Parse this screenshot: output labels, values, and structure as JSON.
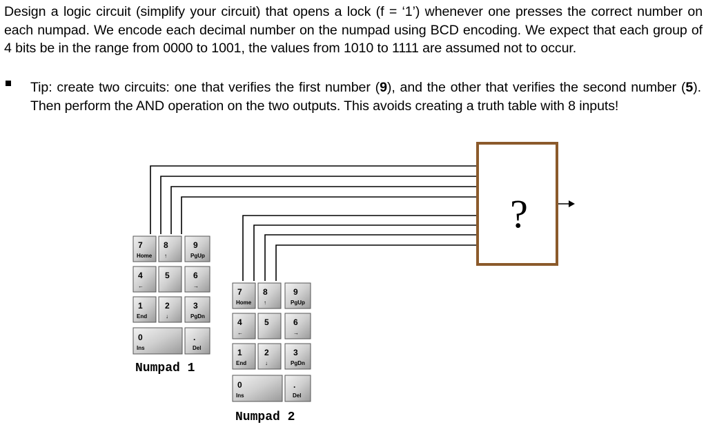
{
  "problem": {
    "paragraph": "Design a logic circuit (simplify your circuit) that opens a lock (f = ‘1’) whenever one presses the correct number on each numpad. We encode each decimal number on the numpad using BCD encoding. We expect that each group of 4 bits be in the range from 0000 to 1001, the values from 1010 to 1111 are assumed not to occur.",
    "tip_part1": "Tip: create two circuits: one that verifies the first number (",
    "tip_first_digit": "9",
    "tip_part2": "), and the other that verifies the second number (",
    "tip_second_digit": "5",
    "tip_part3": "). Then perform the AND operation on the two outputs. This avoids creating a truth table with 8 inputs!"
  },
  "diagram": {
    "box_symbol": "?",
    "numpad1_label": "Numpad 1",
    "numpad2_label": "Numpad 2",
    "keys": {
      "k7": "7",
      "k7_sub": "Home",
      "k8": "8",
      "k8_sub": "↑",
      "k9": "9",
      "k9_sub": "PgUp",
      "k4": "4",
      "k4_sub": "←",
      "k5": "5",
      "k6": "6",
      "k6_sub": "→",
      "k1": "1",
      "k1_sub": "End",
      "k2": "2",
      "k2_sub": "↓",
      "k3": "3",
      "k3_sub": "PgDn",
      "k0": "0",
      "k0_sub": "Ins",
      "kdot": ".",
      "kdot_sub": "Del"
    },
    "colors": {
      "box_border": "#8b5a2b",
      "key_face": "#cfcfcf",
      "key_shadow": "#6a6a6a"
    }
  }
}
